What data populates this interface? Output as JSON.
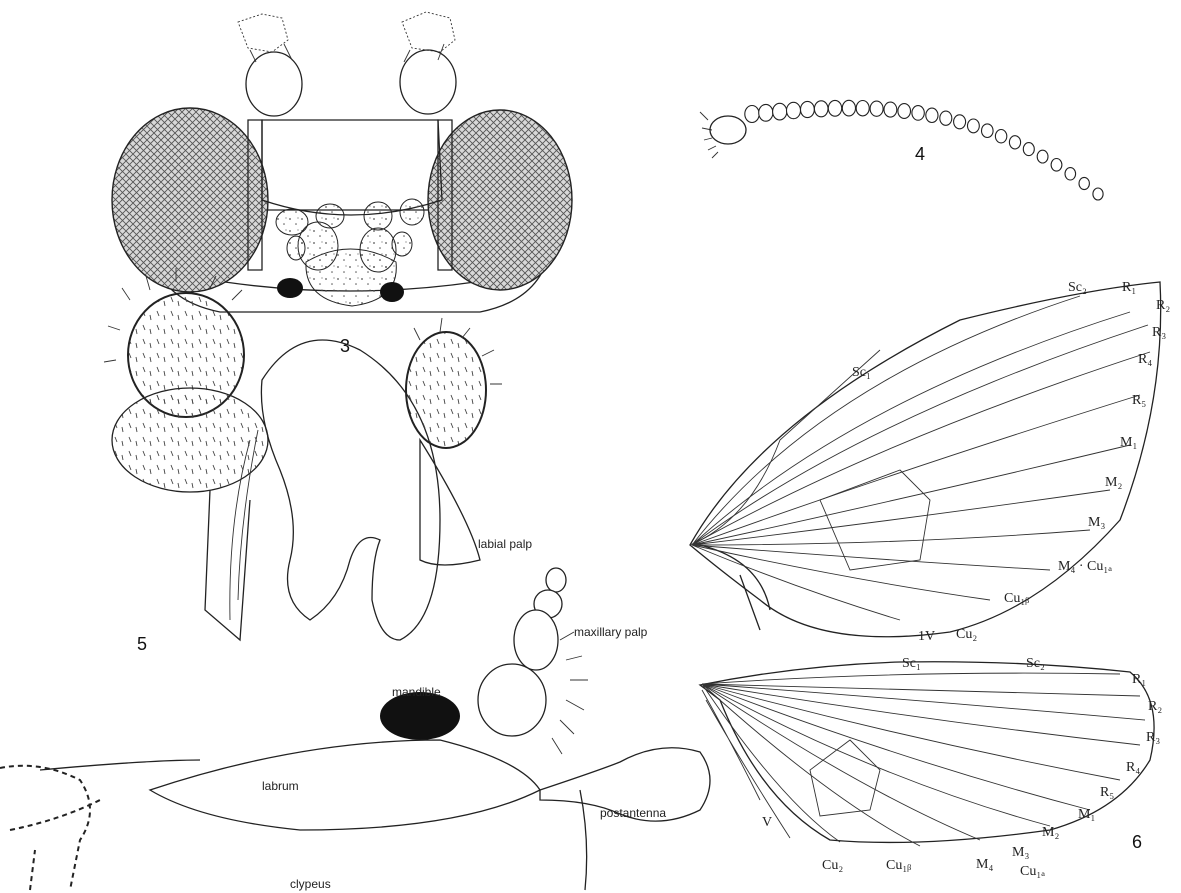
{
  "figures": {
    "fig3": {
      "number": "3"
    },
    "fig4": {
      "number": "4"
    },
    "fig5": {
      "number": "5",
      "labels": {
        "labial_palp": "labial palp",
        "maxillary_palp": "maxillary palp",
        "mandible": "mandible",
        "labrum": "labrum",
        "postantenna": "postantenna",
        "clypeus": "clypeus"
      }
    },
    "fig6": {
      "number": "6",
      "forewing_veins": {
        "sc2": "Sc₂",
        "r1": "R₁",
        "r2": "R₂",
        "r3": "R₃",
        "r4": "R₄",
        "r5": "R₅",
        "sc1": "Sc₁",
        "m1": "M₁",
        "m2": "M₂",
        "m3": "M₃",
        "m4cu1a": "M₄ · Cu₁ₐ",
        "cu1b": "Cu₁ᵦ",
        "cu2": "Cu₂",
        "v1": "1V"
      },
      "hindwing_veins": {
        "sc1": "Sc₁",
        "sc2": "Sc₂",
        "r1": "R₁",
        "r2": "R₂",
        "r3": "R₃",
        "r4": "R₄",
        "r5": "R₅",
        "m1": "M₁",
        "m2": "M₂",
        "m3": "M₃",
        "m4": "M₄",
        "cu1a": "Cu₁ₐ",
        "cu1b": "Cu₁ᵦ",
        "cu2": "Cu₂",
        "v": "V"
      }
    }
  }
}
